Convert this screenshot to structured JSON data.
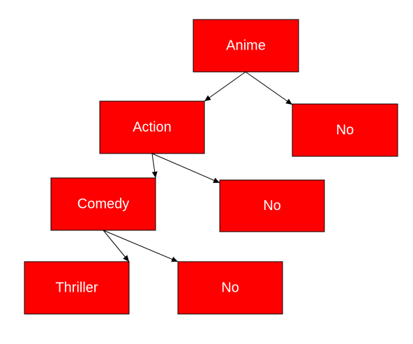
{
  "colors": {
    "node_fill": "#ff0000",
    "node_border": "#000000",
    "node_text": "#ffffff",
    "edge": "#000000",
    "background": "#ffffff"
  },
  "nodes": [
    {
      "id": "anime",
      "label": "Anime"
    },
    {
      "id": "action",
      "label": "Action"
    },
    {
      "id": "no1",
      "label": "No"
    },
    {
      "id": "comedy",
      "label": "Comedy"
    },
    {
      "id": "no2",
      "label": "No"
    },
    {
      "id": "thriller",
      "label": "Thriller"
    },
    {
      "id": "no3",
      "label": "No"
    }
  ],
  "edges": [
    {
      "from": "anime",
      "to": "action"
    },
    {
      "from": "anime",
      "to": "no1"
    },
    {
      "from": "action",
      "to": "comedy"
    },
    {
      "from": "action",
      "to": "no2"
    },
    {
      "from": "comedy",
      "to": "thriller"
    },
    {
      "from": "comedy",
      "to": "no3"
    }
  ]
}
